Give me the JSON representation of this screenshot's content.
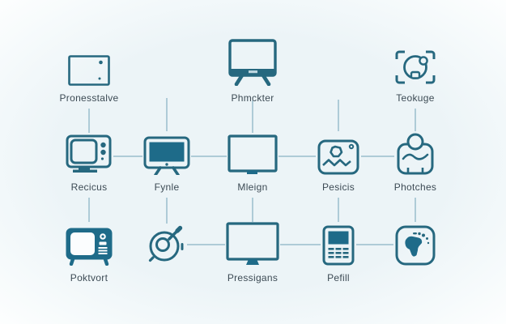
{
  "diagram": {
    "title": "device-flow-diagram",
    "colors": {
      "background": "#ecf4f7",
      "icon_stroke": "#26687f",
      "icon_fill": "#1e6b89",
      "connector": "#aecbd7",
      "label_text": "#3c4a54"
    },
    "nodes": [
      {
        "id": "tablet",
        "label": "Pronesstalve",
        "icon": "tablet-icon",
        "row": 1,
        "col": 1
      },
      {
        "id": "tv-legs",
        "label": "Phmckter",
        "icon": "tv-with-legs-icon",
        "row": 1,
        "col": 3
      },
      {
        "id": "face-scan",
        "label": "Teokuge",
        "icon": "face-scan-icon",
        "row": 1,
        "col": 5
      },
      {
        "id": "retro-tv",
        "label": "Recicus",
        "icon": "retro-tv-icon",
        "row": 2,
        "col": 1
      },
      {
        "id": "monitor-filled",
        "label": "Fynle",
        "icon": "monitor-filled-icon",
        "row": 2,
        "col": 2
      },
      {
        "id": "display-plain",
        "label": "Mleign",
        "icon": "display-plain-icon",
        "row": 2,
        "col": 3
      },
      {
        "id": "photo",
        "label": "Pesicis",
        "icon": "photo-icon",
        "row": 2,
        "col": 4
      },
      {
        "id": "portrait",
        "label": "Photches",
        "icon": "portrait-icon",
        "row": 2,
        "col": 5
      },
      {
        "id": "retro-tv-filled",
        "label": "Poktvort",
        "icon": "retro-tv-filled-icon",
        "row": 3,
        "col": 1
      },
      {
        "id": "disc",
        "label": "",
        "icon": "disc-icon",
        "row": 3,
        "col": 2
      },
      {
        "id": "monitor-stand",
        "label": "Pressigans",
        "icon": "monitor-stand-icon",
        "row": 3,
        "col": 3
      },
      {
        "id": "calculator",
        "label": "Pefill",
        "icon": "calculator-icon",
        "row": 3,
        "col": 4
      },
      {
        "id": "globe",
        "label": "",
        "icon": "globe-icon",
        "row": 3,
        "col": 5
      }
    ],
    "connections": [
      {
        "from": "tablet",
        "to": "retro-tv",
        "type": "vertical"
      },
      {
        "from": "row1-col2",
        "to": "monitor-filled",
        "type": "vertical"
      },
      {
        "from": "tv-legs",
        "to": "display-plain",
        "type": "vertical"
      },
      {
        "from": "row1-col4",
        "to": "photo",
        "type": "vertical"
      },
      {
        "from": "face-scan",
        "to": "portrait",
        "type": "vertical"
      },
      {
        "from": "retro-tv",
        "to": "monitor-filled",
        "type": "horizontal"
      },
      {
        "from": "monitor-filled",
        "to": "display-plain",
        "type": "horizontal"
      },
      {
        "from": "display-plain",
        "to": "photo",
        "type": "horizontal"
      },
      {
        "from": "photo",
        "to": "portrait",
        "type": "horizontal"
      },
      {
        "from": "retro-tv",
        "to": "retro-tv-filled",
        "type": "vertical"
      },
      {
        "from": "monitor-filled",
        "to": "disc",
        "type": "vertical"
      },
      {
        "from": "display-plain",
        "to": "monitor-stand",
        "type": "vertical"
      },
      {
        "from": "photo",
        "to": "calculator",
        "type": "vertical"
      },
      {
        "from": "portrait",
        "to": "globe",
        "type": "vertical"
      },
      {
        "from": "disc",
        "to": "monitor-stand",
        "type": "horizontal"
      },
      {
        "from": "monitor-stand",
        "to": "calculator",
        "type": "horizontal"
      },
      {
        "from": "calculator",
        "to": "globe",
        "type": "horizontal"
      }
    ]
  }
}
